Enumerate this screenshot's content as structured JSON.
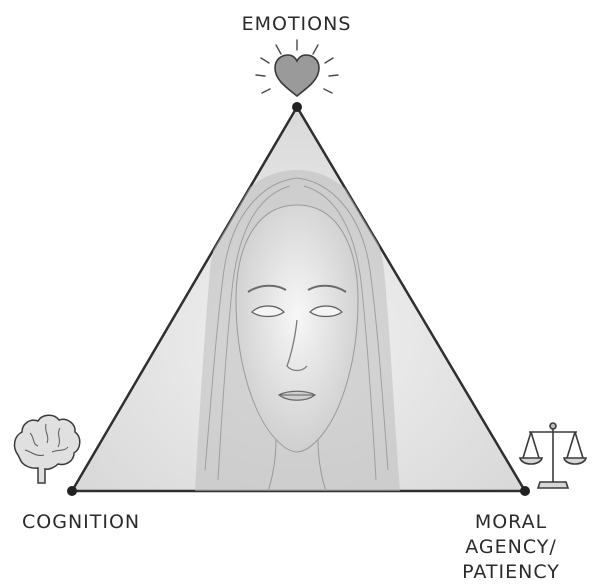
{
  "diagram": {
    "vertices": {
      "top": {
        "label": "EMOTIONS",
        "icon": "heart-icon"
      },
      "left": {
        "label": "COGNITION",
        "icon": "brain-icon"
      },
      "right": {
        "label_line1": "MORAL AGENCY/",
        "label_line2": "PATIENCY",
        "icon": "scales-icon"
      }
    },
    "center_image": "face-portrait",
    "colors": {
      "line": "#2f2f2f",
      "fill": "#e4e4e4",
      "text": "#2b2b2b"
    }
  }
}
